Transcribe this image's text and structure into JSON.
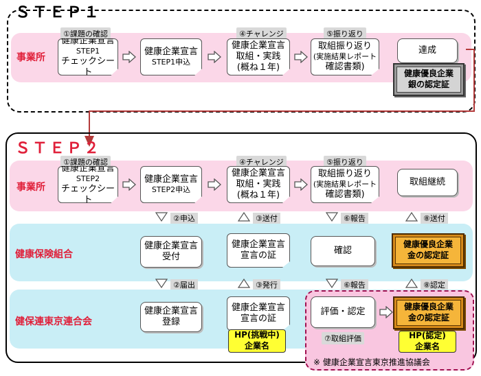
{
  "step1": {
    "title": "ＳＴＥＰ１",
    "row_label": "事業所",
    "tags": [
      "①課題の確認",
      "④チャレンジ",
      "⑤振り返り"
    ],
    "box1": {
      "line1": "健康企業宣言",
      "line2": "STEP1",
      "line3": "チェックシート"
    },
    "box2": {
      "line1": "健康企業宣言",
      "line2": "STEP1申込"
    },
    "box3": {
      "line1": "健康企業宣言",
      "line2": "取組・実践",
      "line3": "(概ね１年)"
    },
    "box4": {
      "line1": "取組振り返り",
      "line2": "(実施結果レポート",
      "line3": "確認書類)"
    },
    "box5": {
      "line1": "達成"
    },
    "cert": {
      "line1": "健康優良企業",
      "line2": "銀の認定証"
    }
  },
  "step2": {
    "title": "ＳＴＥＰ２",
    "row1_label": "事業所",
    "row2_label": "健康保険組合",
    "row3_label": "健保連東京連合会",
    "tags": [
      "①課題の確認",
      "④チャレンジ",
      "⑤振り返り"
    ],
    "r1_box1": {
      "line1": "健康企業宣言",
      "line2": "STEP2",
      "line3": "チェックシート"
    },
    "r1_box2": {
      "line1": "健康企業宣言",
      "line2": "STEP2申込"
    },
    "r1_box3": {
      "line1": "健康企業宣言",
      "line2": "取組・実践",
      "line3": "(概ね１年)"
    },
    "r1_box4": {
      "line1": "取組振り返り",
      "line2": "(実施結果レポート",
      "line3": "確認書類)"
    },
    "r1_box5": {
      "line1": "取組継続"
    },
    "arrows_r1_r2": [
      "②申込",
      "③送付",
      "⑥報告",
      "⑧送付"
    ],
    "r2_box1": {
      "line1": "健康企業宣言",
      "line2": "受付"
    },
    "r2_box2": {
      "line1": "健康企業宣言",
      "line2": "宣言の証"
    },
    "r2_box3": {
      "line1": "確認"
    },
    "r2_cert": {
      "line1": "健康優良企業",
      "line2": "金の認定証"
    },
    "arrows_r2_r3": [
      "②届出",
      "③発行",
      "⑥報告",
      "⑧認定"
    ],
    "r3_box1": {
      "line1": "健康企業宣言",
      "line2": "登録"
    },
    "r3_box2": {
      "line1": "健康企業宣言",
      "line2": "宣言の証"
    },
    "r3_hp1": {
      "line1": "HP(挑戦中)",
      "line2": "企業名"
    },
    "r3_box3": {
      "line1": "評価・認定"
    },
    "r3_tag": "⑦取組評価",
    "r3_cert": {
      "line1": "健康優良企業",
      "line2": "金の認定証"
    },
    "r3_hp2": {
      "line1": "HP(認定)",
      "line2": "企業名"
    },
    "council": "※ 健康企業宣言東京推進協議会"
  }
}
